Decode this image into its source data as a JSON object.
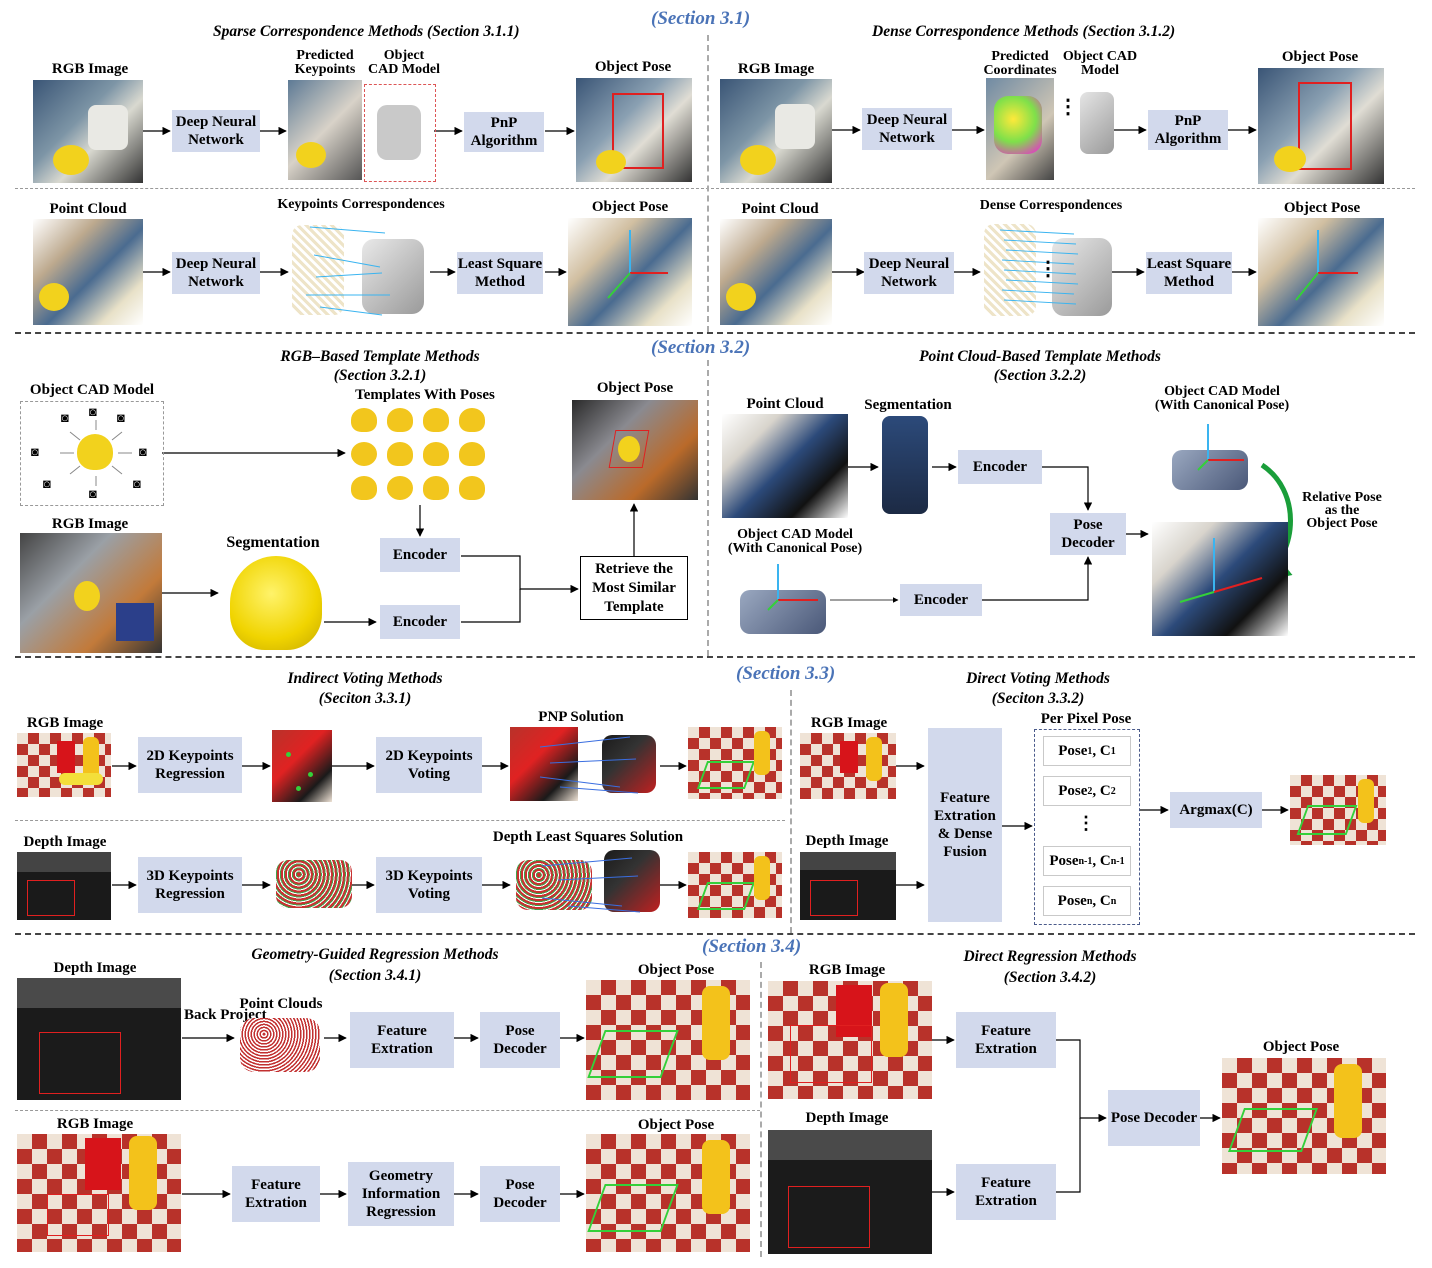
{
  "sections": {
    "s31": "(Section 3.1)",
    "s32": "(Section 3.2)",
    "s33": "(Section 3.3)",
    "s34": "(Section 3.4)"
  },
  "p311": {
    "title": "Sparse Correspondence Methods (Section 3.1.1)",
    "rgb_label": "RGB Image",
    "dnn1": "Deep Neural Network",
    "pred_kp": "Predicted Keypoints",
    "cad": "Object CAD Model",
    "pnp": "PnP Algorithm",
    "pose1": "Object Pose",
    "pc_label": "Point Cloud",
    "dnn2": "Deep Neural Network",
    "kp_corr": "Keypoints Correspondences",
    "lsm": "Least Square Method",
    "pose2": "Object Pose"
  },
  "p312": {
    "title": "Dense Correspondence Methods (Section 3.1.2)",
    "rgb_label": "RGB Image",
    "dnn1": "Deep Neural Network",
    "pred_coords": "Predicted Coordinates",
    "cad": "Object CAD Model",
    "dots": "⋮",
    "pnp": "PnP Algorithm",
    "pose1": "Object Pose",
    "pc_label": "Point Cloud",
    "dnn2": "Deep Neural Network",
    "dense_corr": "Dense Correspondences",
    "lsm": "Least Square Method",
    "pose2": "Object Pose"
  },
  "p321": {
    "title": "RGB–Based Template Methods",
    "subtitle": "(Section 3.2.1)",
    "cad": "Object CAD Model",
    "templates": "Templates With Poses",
    "pose": "Object Pose",
    "rgb_label": "RGB Image",
    "seg": "Segmentation",
    "enc1": "Encoder",
    "enc2": "Encoder",
    "retrieve": "Retrieve the Most Similar Template"
  },
  "p322": {
    "title": "Point Cloud-Based Template Methods",
    "subtitle": "(Section 3.2.2)",
    "pc_label": "Point Cloud",
    "seg": "Segmentation",
    "enc1": "Encoder",
    "cad_canon_1": "Object CAD Model",
    "cad_canon_2": "(With Canonical Pose)",
    "cad_canon_b1": "Object CAD Model",
    "cad_canon_b2": "(With Canonical Pose)",
    "pose_decoder": "Pose Decoder",
    "rel1": "Relative Pose",
    "rel2": "as the",
    "rel3": "Object Pose",
    "enc2": "Encoder"
  },
  "p331": {
    "title": "Indirect Voting Methods",
    "subtitle": "(Seciton 3.3.1)",
    "rgb_label": "RGB Image",
    "kp2d_reg": "2D Keypoints Regression",
    "kp2d_vote": "2D Keypoints Voting",
    "pnp_sol": "PNP Solution",
    "depth_label": "Depth Image",
    "kp3d_reg": "3D Keypoints Regression",
    "kp3d_vote": "3D Keypoints Voting",
    "dls_sol": "Depth Least Squares Solution"
  },
  "p332": {
    "title": "Direct Voting Methods",
    "subtitle": "(Seciton 3.3.2)",
    "rgb_label": "RGB Image",
    "depth_label": "Depth Image",
    "fusion": "Feature Extration & Dense Fusion",
    "per_pixel": "Per Pixel Pose",
    "pose_word": "Pose",
    "c_word": "C",
    "sub1": "1",
    "sub2": "2",
    "subn1": "n-1",
    "subn": "n",
    "dots": "⋮",
    "argmax": "Argmax(C)"
  },
  "p341": {
    "title": "Geometry-Guided Regression Methods",
    "subtitle": "(Section 3.4.1)",
    "depth_label": "Depth Image",
    "back_project": "Back Project",
    "point_clouds": "Point Clouds",
    "feat1": "Feature Extration",
    "decoder1": "Pose Decoder",
    "pose1": "Object Pose",
    "rgb_label": "RGB Image",
    "feat2": "Feature Extration",
    "geo": "Geometry Information Regression",
    "decoder2": "Pose Decoder",
    "pose2": "Object Pose"
  },
  "p342": {
    "title": "Direct Regression Methods",
    "subtitle": "(Section 3.4.2)",
    "rgb_label": "RGB Image",
    "feat1": "Feature Extration",
    "depth_label": "Depth Image",
    "feat2": "Feature Extration",
    "decoder": "Pose Decoder",
    "pose": "Object Pose"
  },
  "colors": {
    "box_fill": "#d2d9ec",
    "section_blue": "#4a73b7",
    "pose_red": "#e02020",
    "pose_green": "#34d03a"
  }
}
